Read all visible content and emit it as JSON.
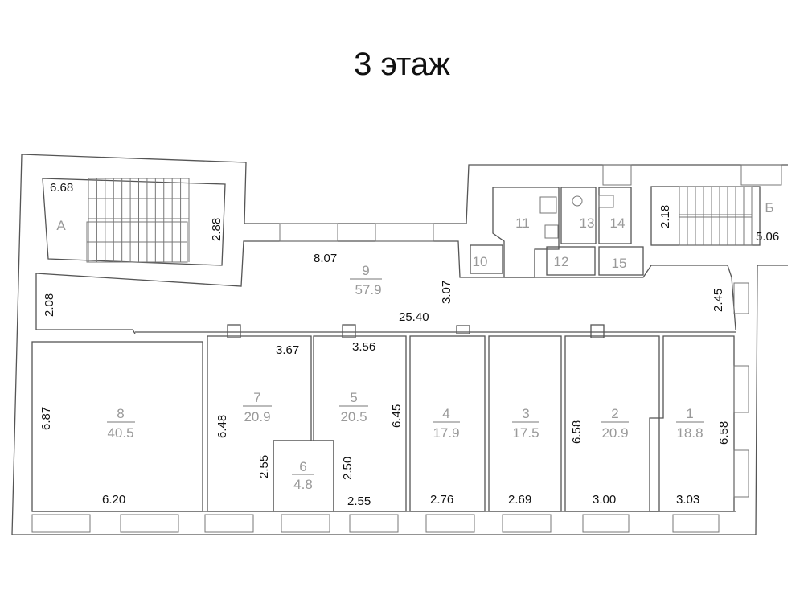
{
  "title": "3 этаж",
  "rooms": [
    {
      "number": "1",
      "area": "18.8"
    },
    {
      "number": "2",
      "area": "20.9"
    },
    {
      "number": "3",
      "area": "17.5"
    },
    {
      "number": "4",
      "area": "17.9"
    },
    {
      "number": "5",
      "area": "20.5"
    },
    {
      "number": "6",
      "area": "4.8"
    },
    {
      "number": "7",
      "area": "20.9"
    },
    {
      "number": "8",
      "area": "40.5"
    },
    {
      "number": "9",
      "area": "57.9"
    },
    {
      "number": "10"
    },
    {
      "number": "11"
    },
    {
      "number": "12"
    },
    {
      "number": "13"
    },
    {
      "number": "14"
    },
    {
      "number": "15"
    }
  ],
  "stairs": {
    "a": "А",
    "b": "Б"
  },
  "dimensions": {
    "stair_a_width": "6.68",
    "stair_a_depth": "2.88",
    "corridor_top": "8.07",
    "corridor_left": "2.08",
    "corridor_depth": "3.07",
    "corridor_length": "25.40",
    "corridor_right": "2.45",
    "stair_b_depth": "2.18",
    "stair_b_width": "5.06",
    "r7_top": "3.67",
    "r5_top": "3.56",
    "r8_depth": "6.87",
    "r8_width": "6.20",
    "r7_depth": "6.48",
    "r6_left": "2.55",
    "r6_right": "2.50",
    "r5_depth": "6.45",
    "r5_width": "2.55",
    "r4_width": "2.76",
    "r3_width": "2.69",
    "r2_depth": "6.58",
    "r2_width": "3.00",
    "r1_depth": "6.58",
    "r1_width": "3.03"
  }
}
